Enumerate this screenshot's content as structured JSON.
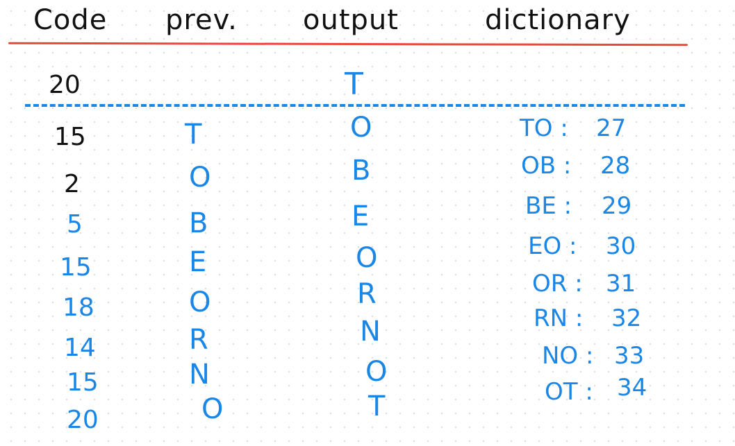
{
  "headers": {
    "code": "Code",
    "prev": "prev.",
    "output": "output",
    "dictionary": "dictionary"
  },
  "first_row": {
    "code": "20",
    "output": "T"
  },
  "codes": [
    "15",
    "2",
    "5",
    "15",
    "18",
    "14",
    "15",
    "20"
  ],
  "code_colors": [
    "#111111",
    "#111111",
    "#1a86e6",
    "#1a86e6",
    "#1a86e6",
    "#1a86e6",
    "#1a86e6",
    "#1a86e6"
  ],
  "prev": [
    "T",
    "O",
    "B",
    "E",
    "O",
    "R",
    "N",
    "O"
  ],
  "output": [
    "O",
    "B",
    "E",
    "O",
    "R",
    "N",
    "O",
    "T"
  ],
  "dictionary": [
    {
      "entry": "TO",
      "code": "27"
    },
    {
      "entry": "OB",
      "code": "28"
    },
    {
      "entry": "BE",
      "code": "29"
    },
    {
      "entry": "EO",
      "code": "30"
    },
    {
      "entry": "OR",
      "code": "31"
    },
    {
      "entry": "RN",
      "code": "32"
    },
    {
      "entry": "NO",
      "code": "33"
    },
    {
      "entry": "OT",
      "code": "34"
    }
  ],
  "colors": {
    "ink": "#111111",
    "blue": "#1a86e6",
    "red": "#e8473a"
  }
}
